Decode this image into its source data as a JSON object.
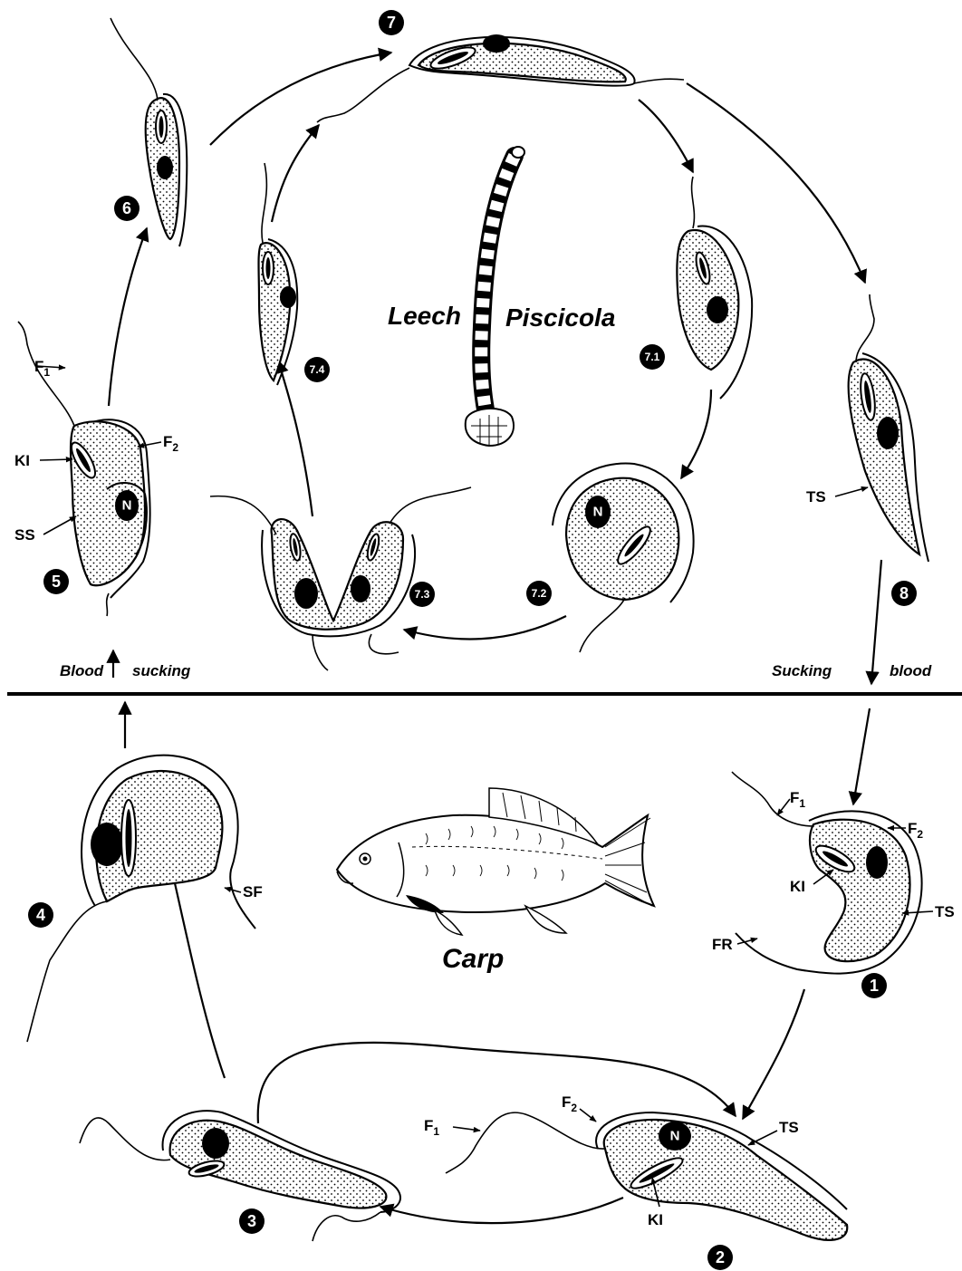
{
  "hosts": {
    "leech": "Leech",
    "piscicola": "Piscicola",
    "carp": "Carp"
  },
  "transfers": {
    "left_a": "Blood",
    "left_b": "sucking",
    "right_a": "Sucking",
    "right_b": "blood"
  },
  "stages": [
    "1",
    "2",
    "3",
    "4",
    "5",
    "6",
    "7",
    "7.1",
    "7.2",
    "7.3",
    "7.4",
    "8"
  ],
  "abbr": {
    "N": "N",
    "KI": "KI",
    "TS": "TS",
    "SS": "SS",
    "SF": "SF",
    "FR": "FR",
    "F": "F",
    "sub1": "1",
    "sub2": "2"
  }
}
